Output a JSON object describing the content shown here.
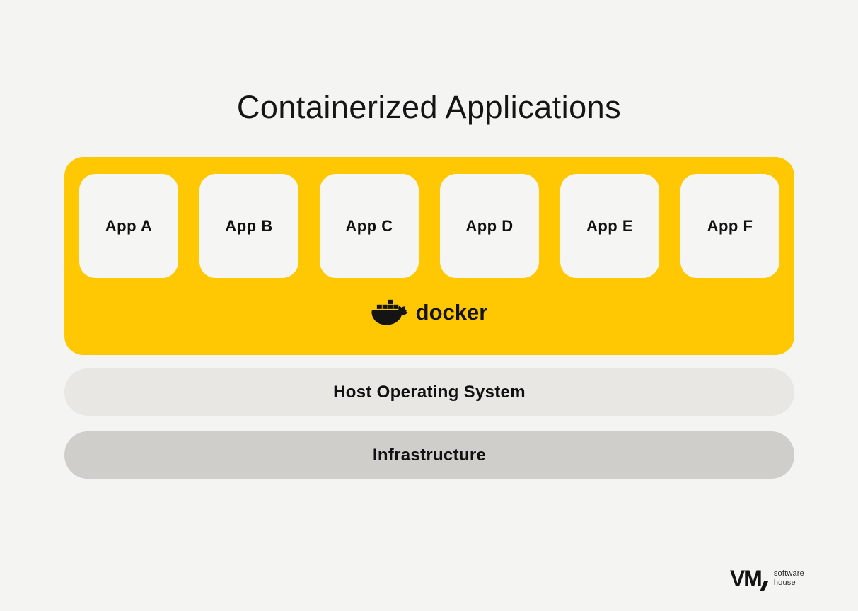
{
  "title": "Containerized Applications",
  "colors": {
    "background": "#F4F4F2",
    "docker_yellow": "#FFC803",
    "app_box": "#F5F5F3",
    "host_os_bar": "#E8E7E4",
    "infrastructure_bar": "#CFCECB",
    "text": "#141414"
  },
  "docker_layer": {
    "apps": [
      {
        "label": "App A"
      },
      {
        "label": "App B"
      },
      {
        "label": "App C"
      },
      {
        "label": "App D"
      },
      {
        "label": "App E"
      },
      {
        "label": "App F"
      }
    ],
    "brand": {
      "icon": "docker-whale-icon",
      "label": "docker"
    }
  },
  "layers": {
    "host_os": {
      "label": "Host Operating System"
    },
    "infrastructure": {
      "label": "Infrastructure"
    }
  },
  "footer_logo": {
    "mark": "VM",
    "tagline_line1": "software",
    "tagline_line2": "house"
  }
}
